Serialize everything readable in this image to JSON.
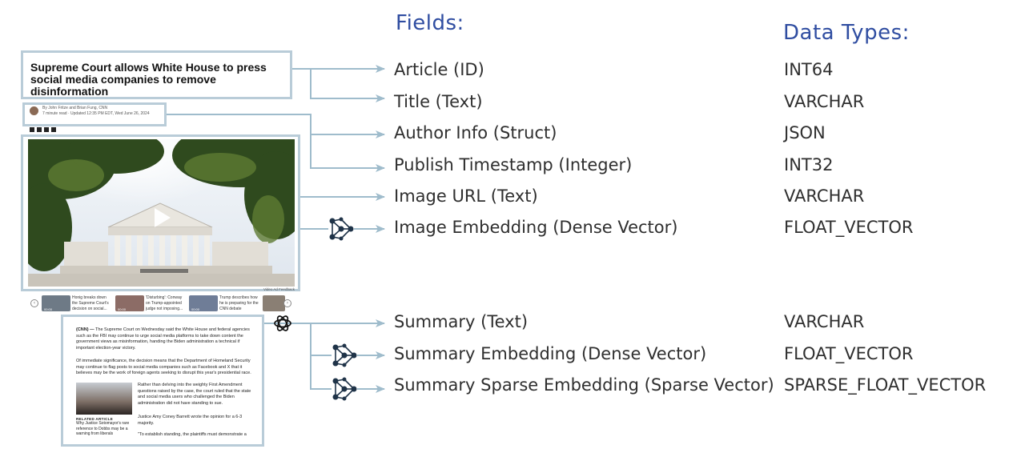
{
  "headers": {
    "fields": "Fields:",
    "data_types": "Data Types:"
  },
  "rows": [
    {
      "field": "Article (ID)",
      "type": "INT64"
    },
    {
      "field": "Title (Text)",
      "type": "VARCHAR"
    },
    {
      "field": "Author Info (Struct)",
      "type": "JSON"
    },
    {
      "field": "Publish Timestamp (Integer)",
      "type": "INT32"
    },
    {
      "field": "Image URL (Text)",
      "type": "VARCHAR"
    },
    {
      "field": "Image Embedding (Dense Vector)",
      "type": "FLOAT_VECTOR"
    },
    {
      "field": "Summary (Text)",
      "type": "VARCHAR"
    },
    {
      "field": "Summary Embedding (Dense Vector)",
      "type": "FLOAT_VECTOR"
    },
    {
      "field": "Summary Sparse Embedding (Sparse Vector)",
      "type": "SPARSE_FLOAT_VECTOR"
    }
  ],
  "article": {
    "headline": "Supreme Court allows White House to press social media companies to remove disinformation",
    "byline": "By John Fritze and Brian Fung, CNN",
    "meta": "7 minute read · Updated 12:35 PM EDT, Wed June 26, 2024",
    "video_feedback": "Video Ad Feedback",
    "related_thumbs": [
      "Honig breaks down the Supreme Court's decision on social...",
      "'Disturbing': Conway on Trump-appointed judge not imposing...",
      "Trump describes how he is preparing for the CNN debate"
    ],
    "thumb_durations": [
      "00:00",
      "00:00",
      "00:00"
    ],
    "para1_lead": "(CNN) —",
    "para1": " The Supreme Court on Wednesday said the White House and federal agencies such as the FBI may continue to urge social media platforms to take down content the government views as misinformation, handing the Biden administration a technical if important election-year victory.",
    "para2": "Of immediate significance, the decision means that the Department of Homeland Security may continue to flag posts to social media companies such as Facebook and X that it believes may be the work of foreign agents seeking to disrupt this year's presidential race.",
    "para3": "Rather than delving into the weighty First Amendment questions raised by the case, the court ruled that the state and social media users who challenged the Biden administration did not have standing to sue.",
    "para4": "Justice Amy Coney Barrett wrote the opinion for a 6-3 majority.",
    "para5": "\"To establish standing, the plaintiffs must demonstrate a",
    "related_label": "RELATED ARTICLE",
    "related_text": "Why Justice Sotomayor's rare reference to Dobbs may be a warning from liberals"
  }
}
